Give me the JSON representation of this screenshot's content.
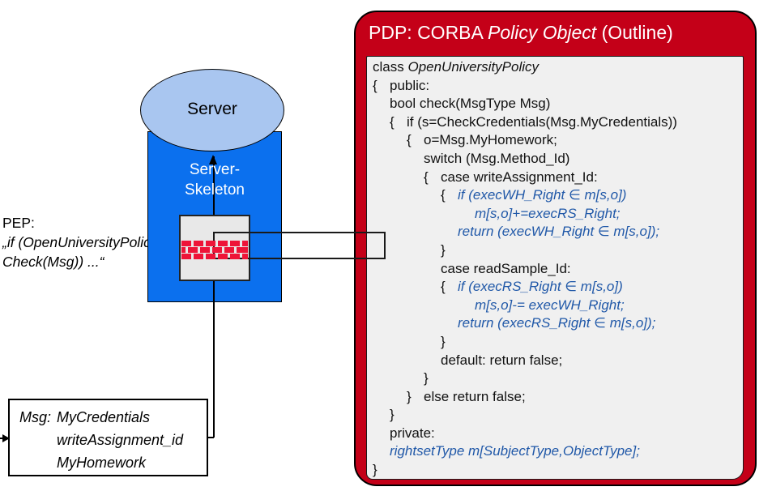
{
  "colors": {
    "pdp_red": "#c40018",
    "brick_red": "#ee1438",
    "skeleton_blue": "#0b70ee",
    "server_fill": "#a9c6f0",
    "code_blue": "#2058a8",
    "panel_gray": "#f0f0f0",
    "brickbox_gray": "#e8e8e8"
  },
  "pdp": {
    "title": {
      "prefix": "PDP: CORBA ",
      "italic": "Policy Object",
      "suffix": " (Outline)"
    },
    "code_lines": [
      {
        "ind": 0,
        "seg": [
          {
            "t": "class ",
            "c": "k"
          },
          {
            "t": "OpenUniversityPolicy",
            "c": "it"
          }
        ]
      },
      {
        "ind": 0,
        "seg": [
          {
            "t": "{",
            "c": "br"
          },
          {
            "t": "public:",
            "c": "k"
          }
        ]
      },
      {
        "ind": 1,
        "seg": [
          {
            "t": "bool check(MsgType Msg)",
            "c": "k"
          }
        ]
      },
      {
        "ind": 1,
        "seg": [
          {
            "t": "{",
            "c": "br"
          },
          {
            "t": "if (s=CheckCredentials(Msg.MyCredentials))",
            "c": "k"
          }
        ]
      },
      {
        "ind": 2,
        "seg": [
          {
            "t": "{",
            "c": "br"
          },
          {
            "t": "o=Msg.MyHomework;",
            "c": "k"
          }
        ]
      },
      {
        "ind": 3,
        "seg": [
          {
            "t": "switch (Msg.Method_Id)",
            "c": "k"
          }
        ]
      },
      {
        "ind": 3,
        "seg": [
          {
            "t": "{",
            "c": "br"
          },
          {
            "t": "case writeAssignment_Id:",
            "c": "k"
          }
        ]
      },
      {
        "ind": 4,
        "seg": [
          {
            "t": "{",
            "c": "br"
          },
          {
            "t": "if (execWH_Right ∈ m[s,o])",
            "c": "b"
          }
        ]
      },
      {
        "ind": 6,
        "seg": [
          {
            "t": "m[s,o]+=execRS_Right;",
            "c": "b"
          }
        ]
      },
      {
        "ind": 5,
        "seg": [
          {
            "t": "return (execWH_Right ∈ m[s,o]);",
            "c": "b"
          }
        ]
      },
      {
        "ind": 4,
        "seg": [
          {
            "t": "}",
            "c": "k"
          }
        ]
      },
      {
        "ind": 4,
        "seg": [
          {
            "t": "case readSample_Id:",
            "c": "k"
          }
        ]
      },
      {
        "ind": 4,
        "seg": [
          {
            "t": "{",
            "c": "br"
          },
          {
            "t": "if (execRS_Right ∈ m[s,o])",
            "c": "b"
          }
        ]
      },
      {
        "ind": 6,
        "seg": [
          {
            "t": "m[s,o]-= execWH_Right;",
            "c": "b"
          }
        ]
      },
      {
        "ind": 5,
        "seg": [
          {
            "t": "return (execRS_Right ∈ m[s,o]);",
            "c": "b"
          }
        ]
      },
      {
        "ind": 4,
        "seg": [
          {
            "t": "}",
            "c": "k"
          }
        ]
      },
      {
        "ind": 4,
        "seg": [
          {
            "t": "default: return false;",
            "c": "k"
          }
        ]
      },
      {
        "ind": 3,
        "seg": [
          {
            "t": "}",
            "c": "k"
          }
        ]
      },
      {
        "ind": 2,
        "seg": [
          {
            "t": "}",
            "c": "br"
          },
          {
            "t": "else return false;",
            "c": "k"
          }
        ]
      },
      {
        "ind": 1,
        "seg": [
          {
            "t": "}",
            "c": "k"
          }
        ]
      },
      {
        "ind": 1,
        "seg": [
          {
            "t": "private:",
            "c": "k"
          }
        ]
      },
      {
        "ind": 1,
        "seg": [
          {
            "t": "rightsetType m[SubjectType,ObjectType];",
            "c": "b"
          }
        ]
      },
      {
        "ind": 0,
        "seg": [
          {
            "t": "}",
            "c": "k"
          }
        ]
      }
    ]
  },
  "server": {
    "label": "Server"
  },
  "skeleton": {
    "label_line1": "Server-",
    "label_line2": "Skeleton"
  },
  "pep": {
    "line1": "PEP:",
    "line2": "„if (OpenUniversityPolicy.",
    "line3": "Check(Msg)) ...“"
  },
  "msg_box": {
    "label": "Msg:",
    "items": [
      "MyCredentials",
      "writeAssignment_id",
      "MyHomework"
    ]
  }
}
